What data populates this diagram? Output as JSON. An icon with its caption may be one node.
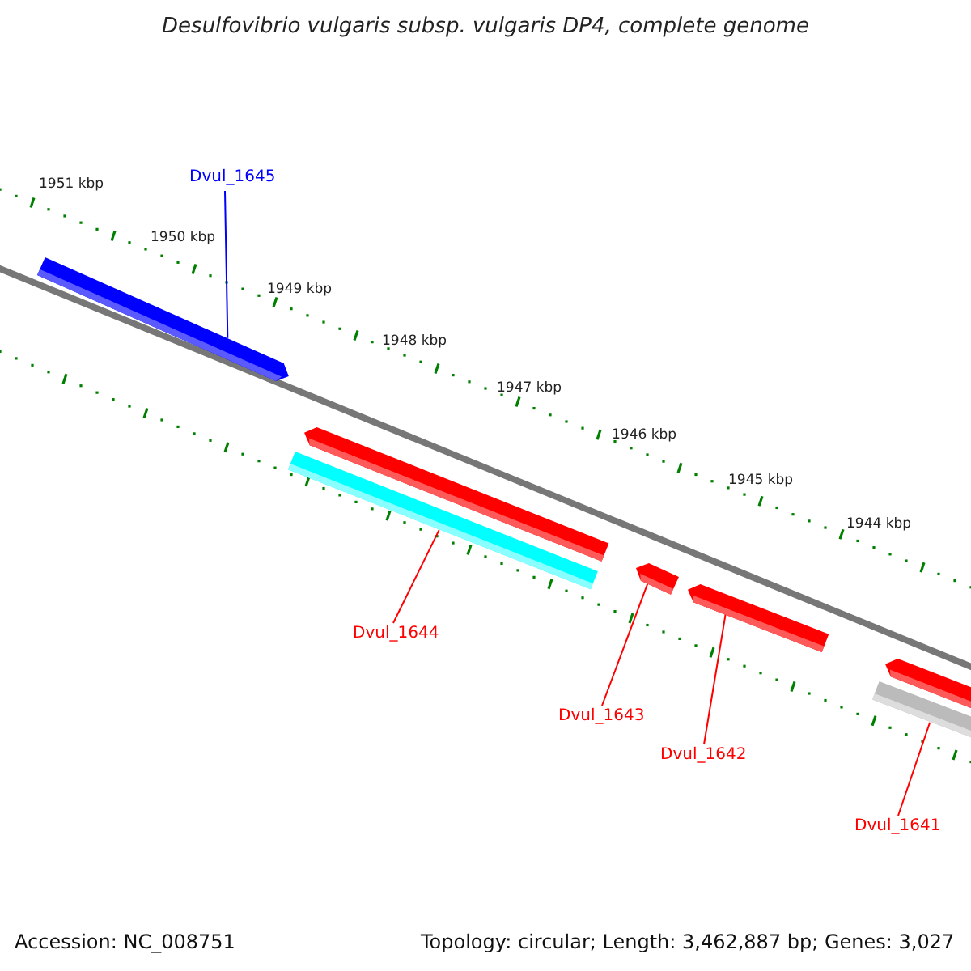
{
  "diagram": {
    "title": "Desulfovibrio vulgaris subsp. vulgaris DP4, complete genome",
    "nodes": [
      {
        "text": [
          "Dvul_1645"
        ]
      },
      {
        "text": [],
        "shape": "arrow"
      },
      {
        "text": [],
        "shape": "arrow"
      },
      {
        "text": [
          "Dvul_1644"
        ]
      },
      {
        "text": [],
        "shape": "bar"
      },
      {
        "text": [],
        "shape": "arrow"
      },
      {
        "text": [
          "Dvul_1643"
        ]
      },
      {
        "text": [],
        "shape": "arrow"
      },
      {
        "text": [
          "Dvul_1642"
        ]
      },
      {
        "text": [],
        "shape": "arrow"
      },
      {
        "text": [],
        "shape": "bar"
      },
      {
        "text": [
          "Dvul_1641"
        ]
      }
    ],
    "edges": [
      {
        "from": 0,
        "to": 1,
        "arrow": "none",
        "color": "#0000ff"
      },
      {
        "from": 3,
        "to": 4,
        "arrow": "none"
      },
      {
        "from": 6,
        "to": 5,
        "arrow": "none"
      },
      {
        "from": 8,
        "to": 7,
        "arrow": "none"
      },
      {
        "from": 11,
        "to": 10,
        "arrow": "none"
      }
    ],
    "labels": [
      "1951 kbp",
      "1950 kbp",
      "1949 kbp",
      "1948 kbp",
      "1947 kbp",
      "1946 kbp",
      "1945 kbp",
      "1944 kbp",
      "Accession: NC_008751",
      "Topology: circular; Length: 3,462,887 bp; Genes: 3,027"
    ]
  }
}
